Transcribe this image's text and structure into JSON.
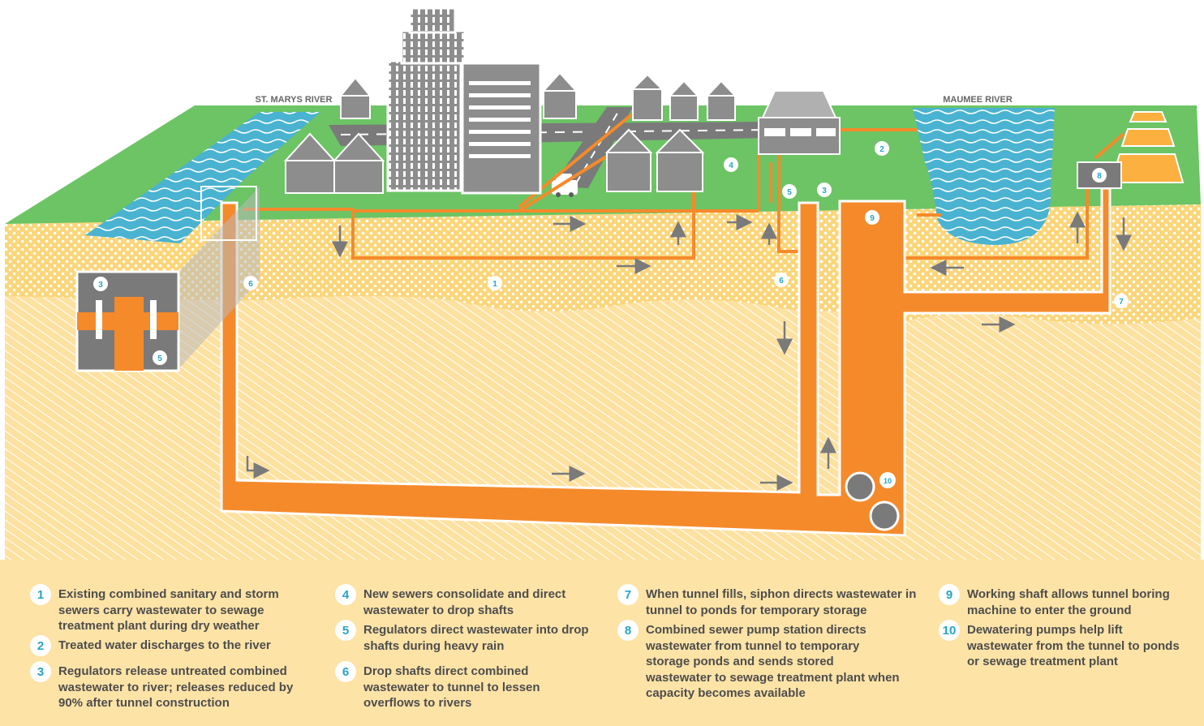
{
  "labels": {
    "st_marys_river": "ST. MARYS RIVER",
    "maumee_river": "MAUMEE RIVER"
  },
  "markers": [
    "1",
    "2",
    "3",
    "4",
    "5",
    "6",
    "7",
    "8",
    "9",
    "10"
  ],
  "legend": [
    {
      "num": "1",
      "text": "Existing combined sanitary and storm sewers carry wastewater to sewage treatment plant during dry weather"
    },
    {
      "num": "2",
      "text": "Treated water discharges to the river"
    },
    {
      "num": "3",
      "text": "Regulators release untreated combined wastewater to river; releases reduced by 90% after tunnel construction"
    },
    {
      "num": "4",
      "text": "New sewers consolidate and direct wastewater to drop shafts"
    },
    {
      "num": "5",
      "text": "Regulators direct wastewater into drop shafts during heavy rain"
    },
    {
      "num": "6",
      "text": "Drop shafts direct combined wastewater to tunnel to lessen overflows to rivers"
    },
    {
      "num": "7",
      "text": "When tunnel fills, siphon directs wastewater in tunnel to ponds for temporary storage"
    },
    {
      "num": "8",
      "text": "Combined sewer pump station directs wastewater from tunnel to temporary storage ponds and sends stored wastewater to sewage treatment plant when capacity becomes available"
    },
    {
      "num": "9",
      "text": "Working shaft allows tunnel boring machine to enter the ground"
    },
    {
      "num": "10",
      "text": "Dewatering pumps help lift wastewater from the tunnel to ponds or sewage treatment plant"
    }
  ],
  "colors": {
    "grass": "#6cc465",
    "water": "#4ab3d1",
    "soil_upper": "#fbd579",
    "soil_lower": "#fde1a0",
    "pipe": "#f58a2b",
    "building": "#8d8d8d",
    "building_dark": "#5c5c5c",
    "legend_bg": "#fde3a6",
    "marker_text": "#27a4c4"
  }
}
